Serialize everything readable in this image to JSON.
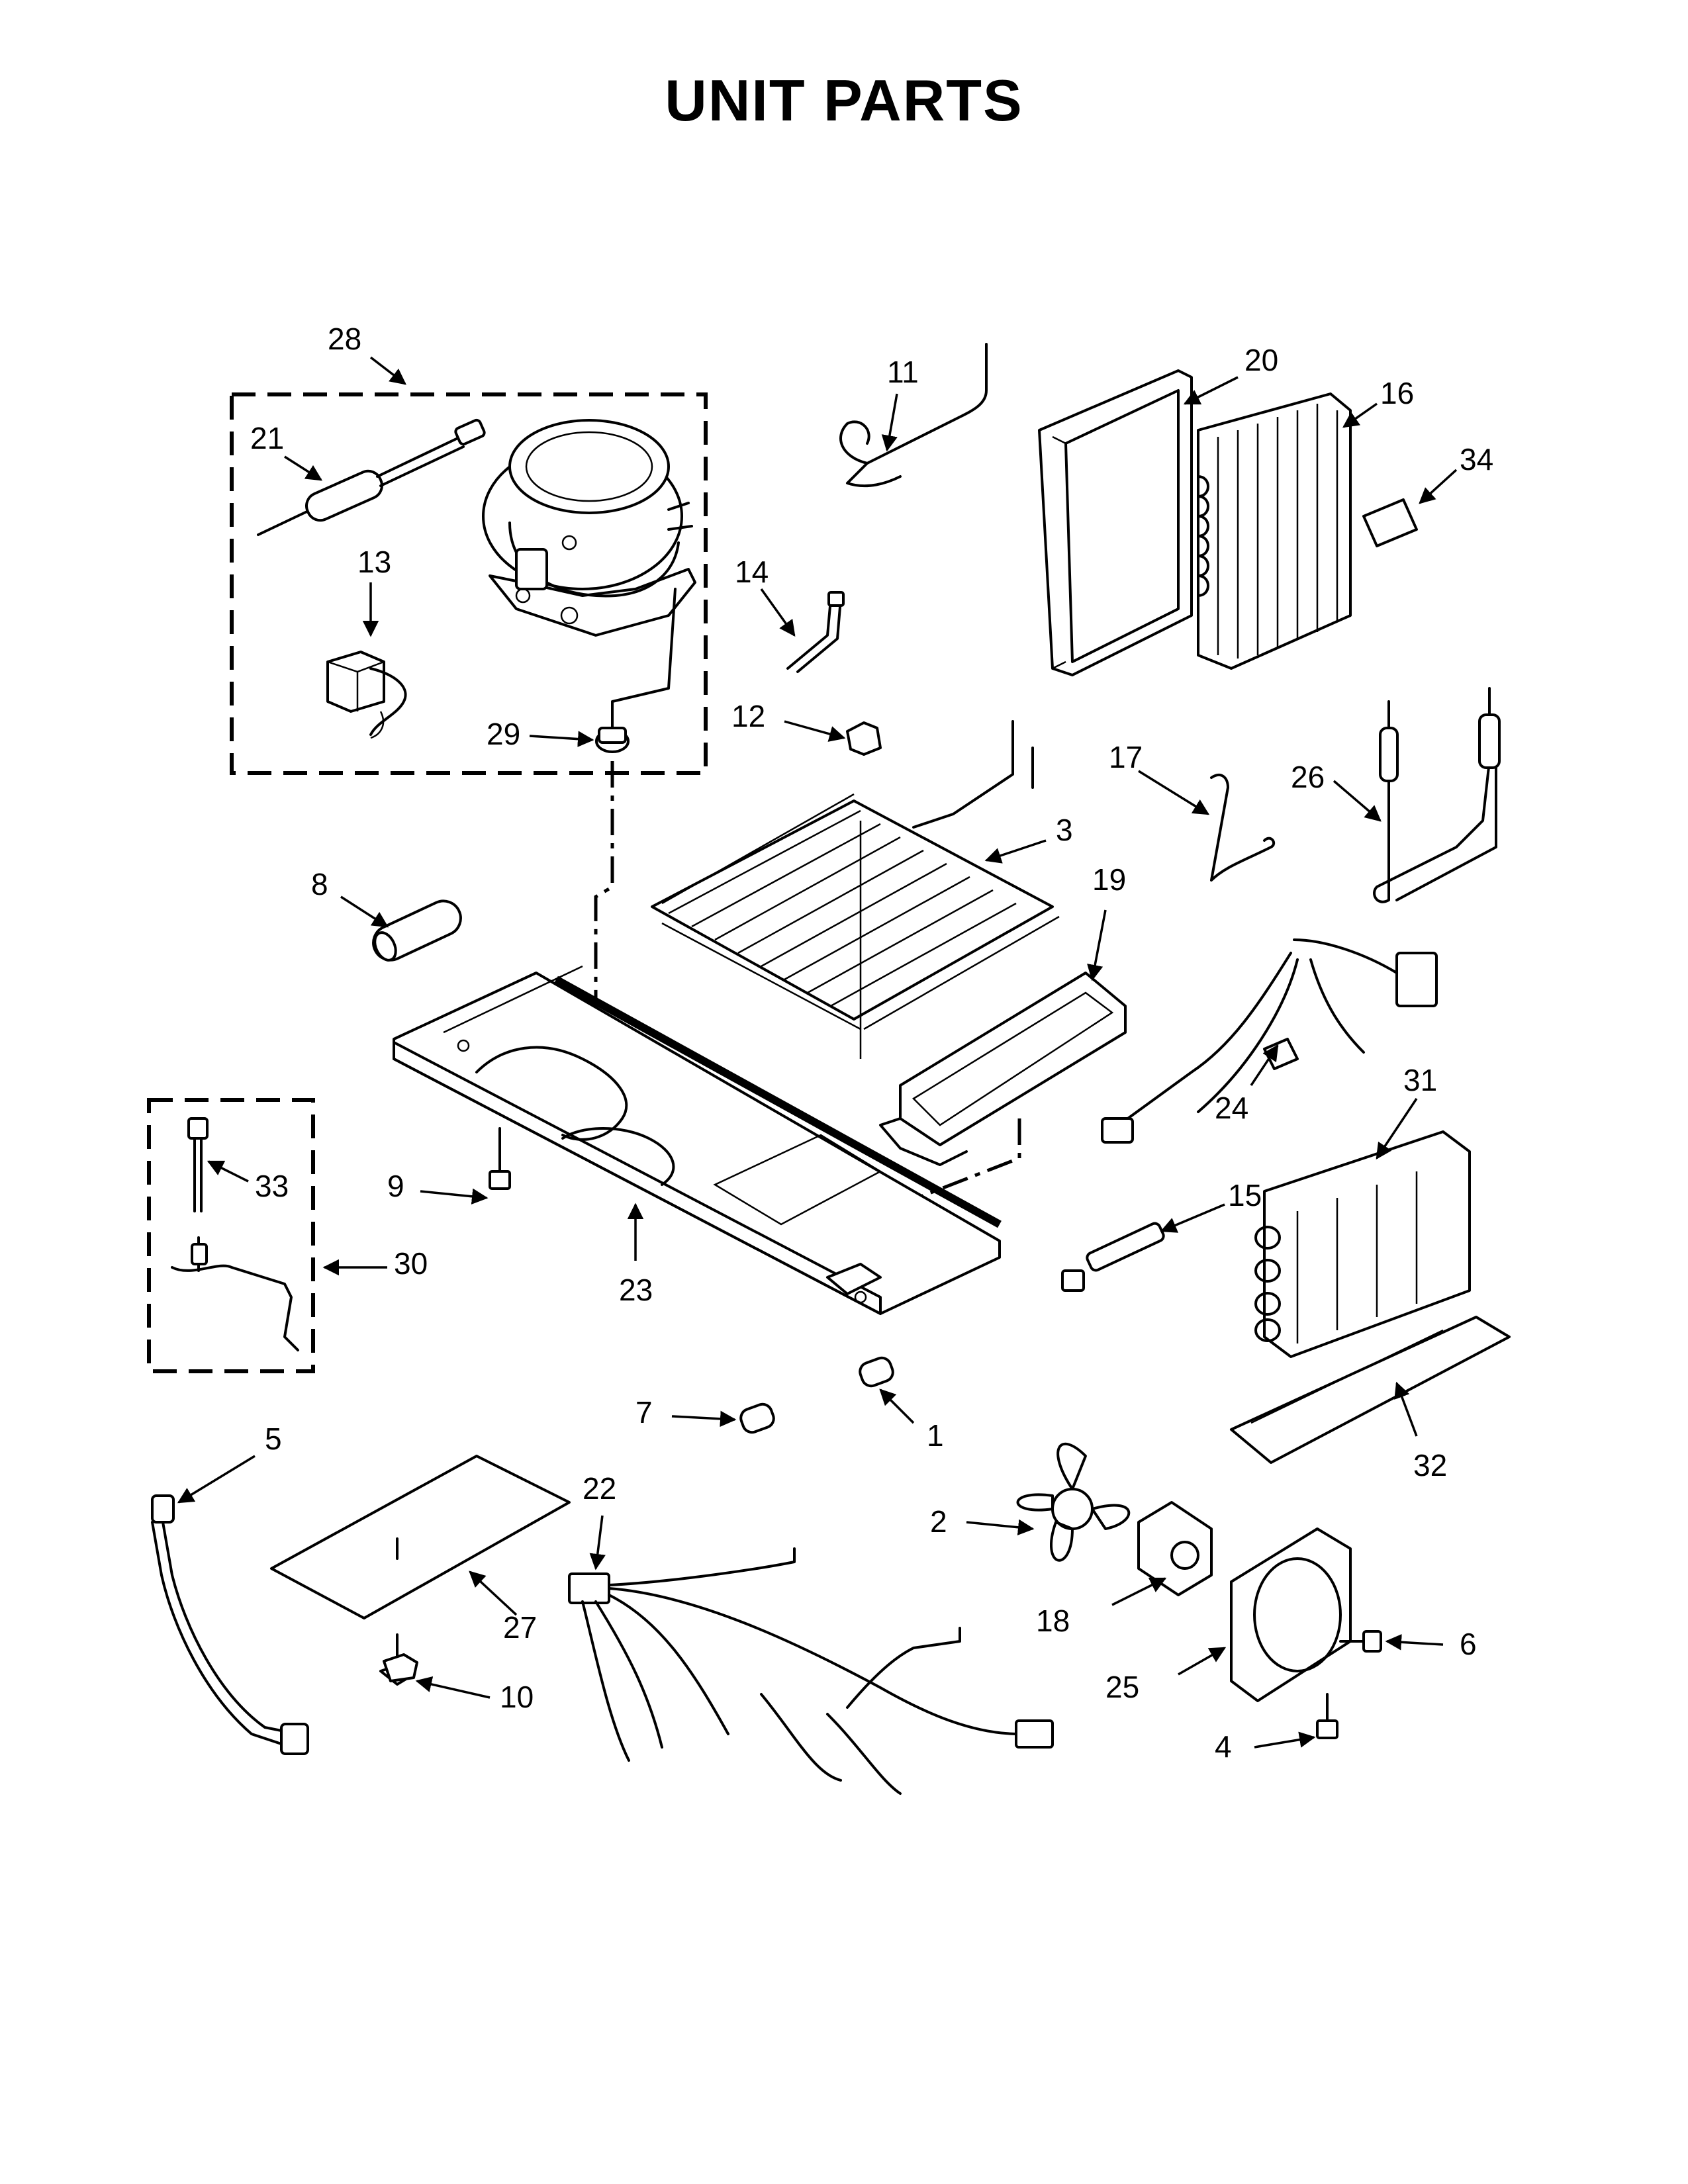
{
  "title": "UNIT PARTS",
  "callouts": {
    "c1": "1",
    "c2": "2",
    "c3": "3",
    "c4": "4",
    "c5": "5",
    "c6": "6",
    "c7": "7",
    "c8": "8",
    "c9": "9",
    "c10": "10",
    "c11": "11",
    "c12": "12",
    "c13": "13",
    "c14": "14",
    "c15": "15",
    "c16": "16",
    "c17": "17",
    "c18": "18",
    "c19": "19",
    "c20": "20",
    "c21": "21",
    "c22": "22",
    "c23": "23",
    "c24": "24",
    "c25": "25",
    "c26": "26",
    "c27": "27",
    "c28": "28",
    "c29": "29",
    "c30": "30",
    "c31": "31",
    "c32": "32",
    "c33": "33",
    "c34": "34"
  }
}
